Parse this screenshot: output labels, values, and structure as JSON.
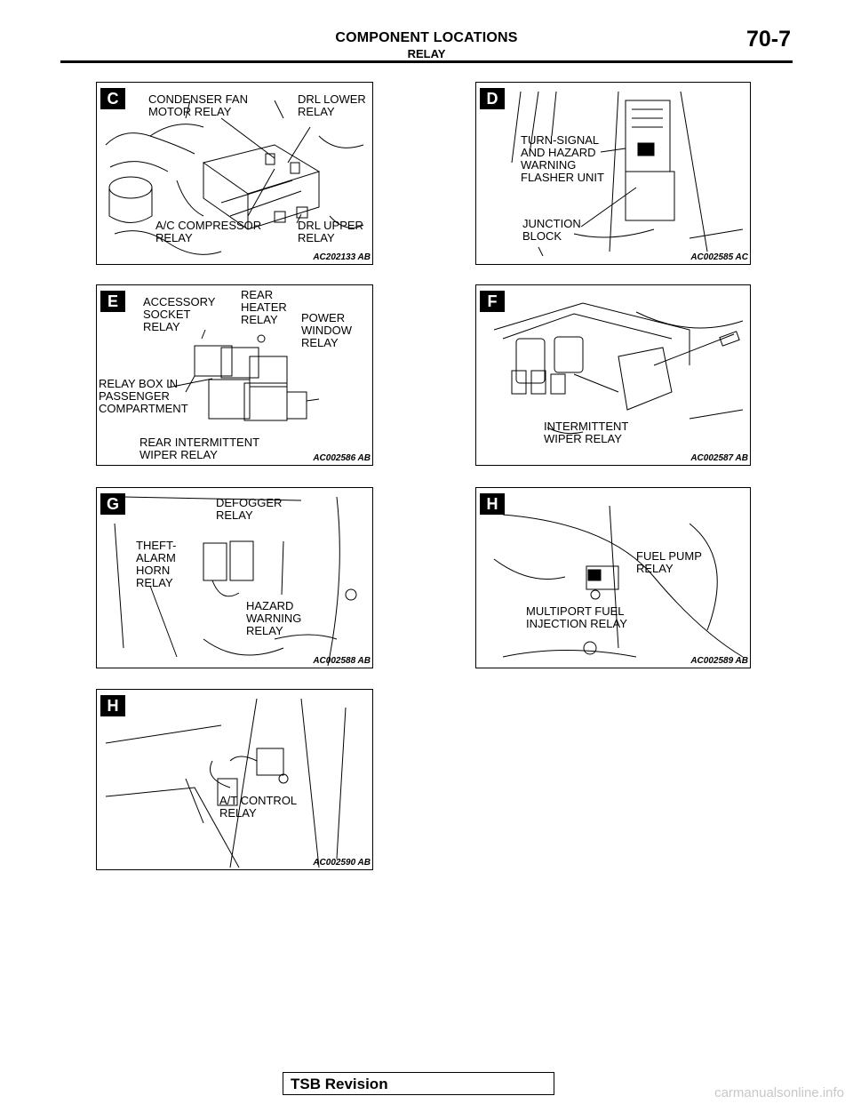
{
  "header": {
    "title": "COMPONENT LOCATIONS",
    "subtitle": "RELAY",
    "page_number": "70-7"
  },
  "panels": [
    {
      "letter": "C",
      "code": "AC202133 AB",
      "labels": [
        "CONDENSER FAN\nMOTOR RELAY",
        "DRL LOWER\nRELAY",
        "A/C COMPRESSOR\nRELAY",
        "DRL UPPER\nRELAY"
      ]
    },
    {
      "letter": "D",
      "code": "AC002585 AC",
      "labels": [
        "TURN-SIGNAL\nAND HAZARD\nWARNING\nFLASHER UNIT",
        "JUNCTION\nBLOCK"
      ]
    },
    {
      "letter": "E",
      "code": "AC002586 AB",
      "labels": [
        "ACCESSORY\nSOCKET\nRELAY",
        "REAR\nHEATER\nRELAY",
        "POWER\nWINDOW\nRELAY",
        "RELAY BOX IN\nPASSENGER\nCOMPARTMENT",
        "REAR INTERMITTENT\nWIPER RELAY"
      ]
    },
    {
      "letter": "F",
      "code": "AC002587 AB",
      "labels": [
        "INTERMITTENT\nWIPER RELAY"
      ]
    },
    {
      "letter": "G",
      "code": "AC002588 AB",
      "labels": [
        "DEFOGGER\nRELAY",
        "THEFT-\nALARM\nHORN\nRELAY",
        "HAZARD\nWARNING\nRELAY"
      ]
    },
    {
      "letter": "H",
      "code": "AC002589 AB",
      "labels": [
        "FUEL PUMP\nRELAY",
        "MULTIPORT FUEL\nINJECTION RELAY"
      ]
    },
    {
      "letter": "H",
      "code": "AC002590 AB",
      "labels": [
        "A/T CONTROL\nRELAY"
      ]
    }
  ],
  "footer": {
    "text": "TSB Revision"
  },
  "watermark": "carmanualsonline.info"
}
